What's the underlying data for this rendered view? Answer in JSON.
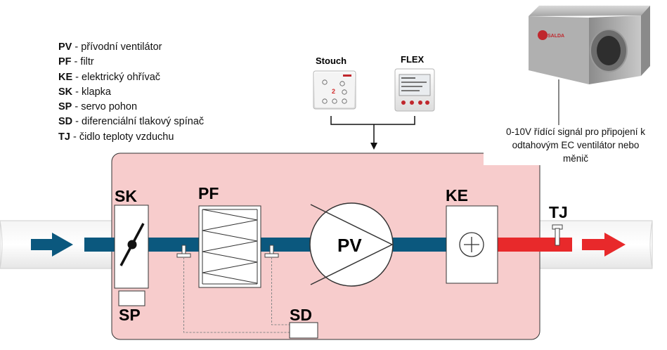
{
  "legend": [
    {
      "code": "PV",
      "sep": " - ",
      "text": "přívodní ventilátor"
    },
    {
      "code": "PF",
      "sep": " - ",
      "text": "filtr"
    },
    {
      "code": "KE",
      "sep": " - ",
      "text": "elektrický ohřívač"
    },
    {
      "code": "SK",
      "sep": " - ",
      "text": "klapka"
    },
    {
      "code": "SP",
      "sep": " - ",
      "text": "servo pohon"
    },
    {
      "code": "SD",
      "sep": " - ",
      "text": "diferenciální tlakový spínač"
    },
    {
      "code": "TJ",
      "sep": " - ",
      "text": "čidlo teploty vzduchu"
    }
  ],
  "controllers": {
    "stouch_label": "Stouch",
    "flex_label": "FLEX",
    "stouch_display_digit": "2"
  },
  "fan_unit": {
    "brand_text": "SALDA"
  },
  "signal_note": {
    "lines": [
      "0-10V řídící signál pro připojení k",
      "odtahovým EC ventilátor nebo",
      "měnič"
    ]
  },
  "components": {
    "sk": "SK",
    "sp": "SP",
    "pf": "PF",
    "pv": "PV",
    "ke": "KE",
    "sd": "SD",
    "tj": "TJ"
  },
  "colors": {
    "housing_fill": "#f7cccc",
    "duct_blue": "#0b587e",
    "duct_red": "#e8292b",
    "outlet_arrow": "#e8292b",
    "inlet_arrow": "#0b587e"
  }
}
